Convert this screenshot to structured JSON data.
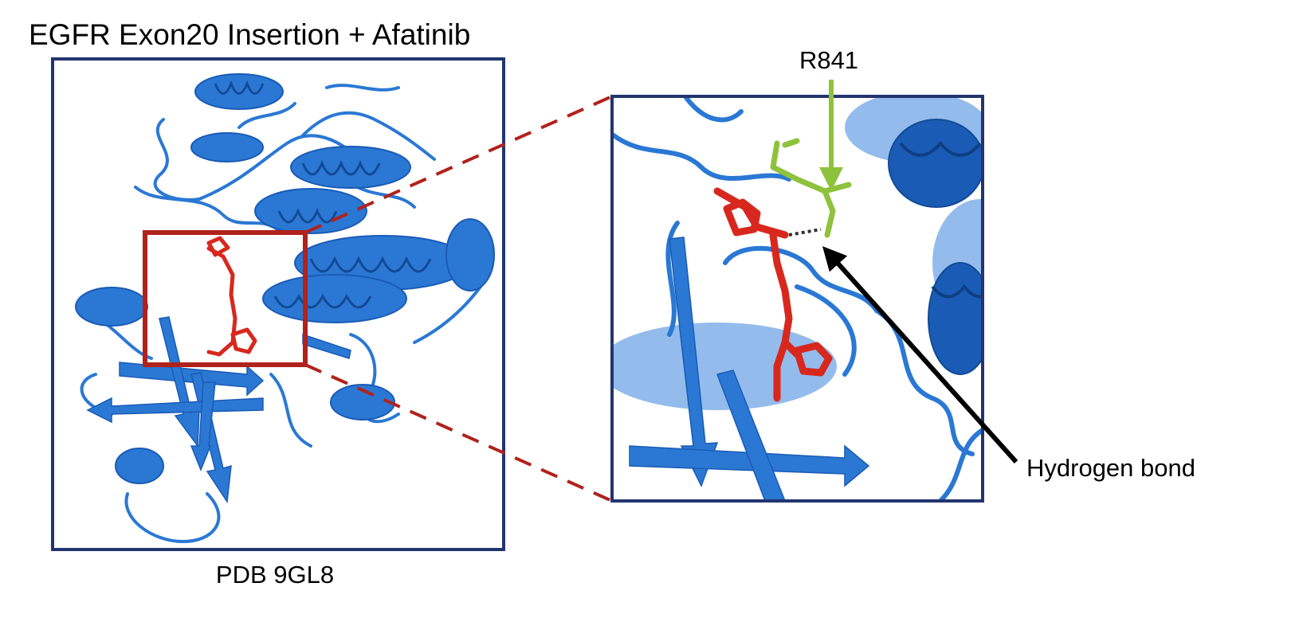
{
  "title": "EGFR Exon20 Insertion + Afatinib",
  "left_panel": {
    "caption": "PDB 9GL8"
  },
  "right_panel": {
    "residue_label": "R841",
    "bond_label": "Hydrogen bond"
  },
  "colors": {
    "frame": "#22356e",
    "protein": "#2a78d4",
    "protein_dark": "#1a5bb5",
    "protein_light": "#6fa6e6",
    "ligand": "#d8281e",
    "residue": "#8fc23c",
    "zoom_box": "#b0221c",
    "bond_arrow": "#000000"
  },
  "icons": {
    "left_structure": "protein-ribbon-overview",
    "right_structure": "binding-site-closeup"
  }
}
